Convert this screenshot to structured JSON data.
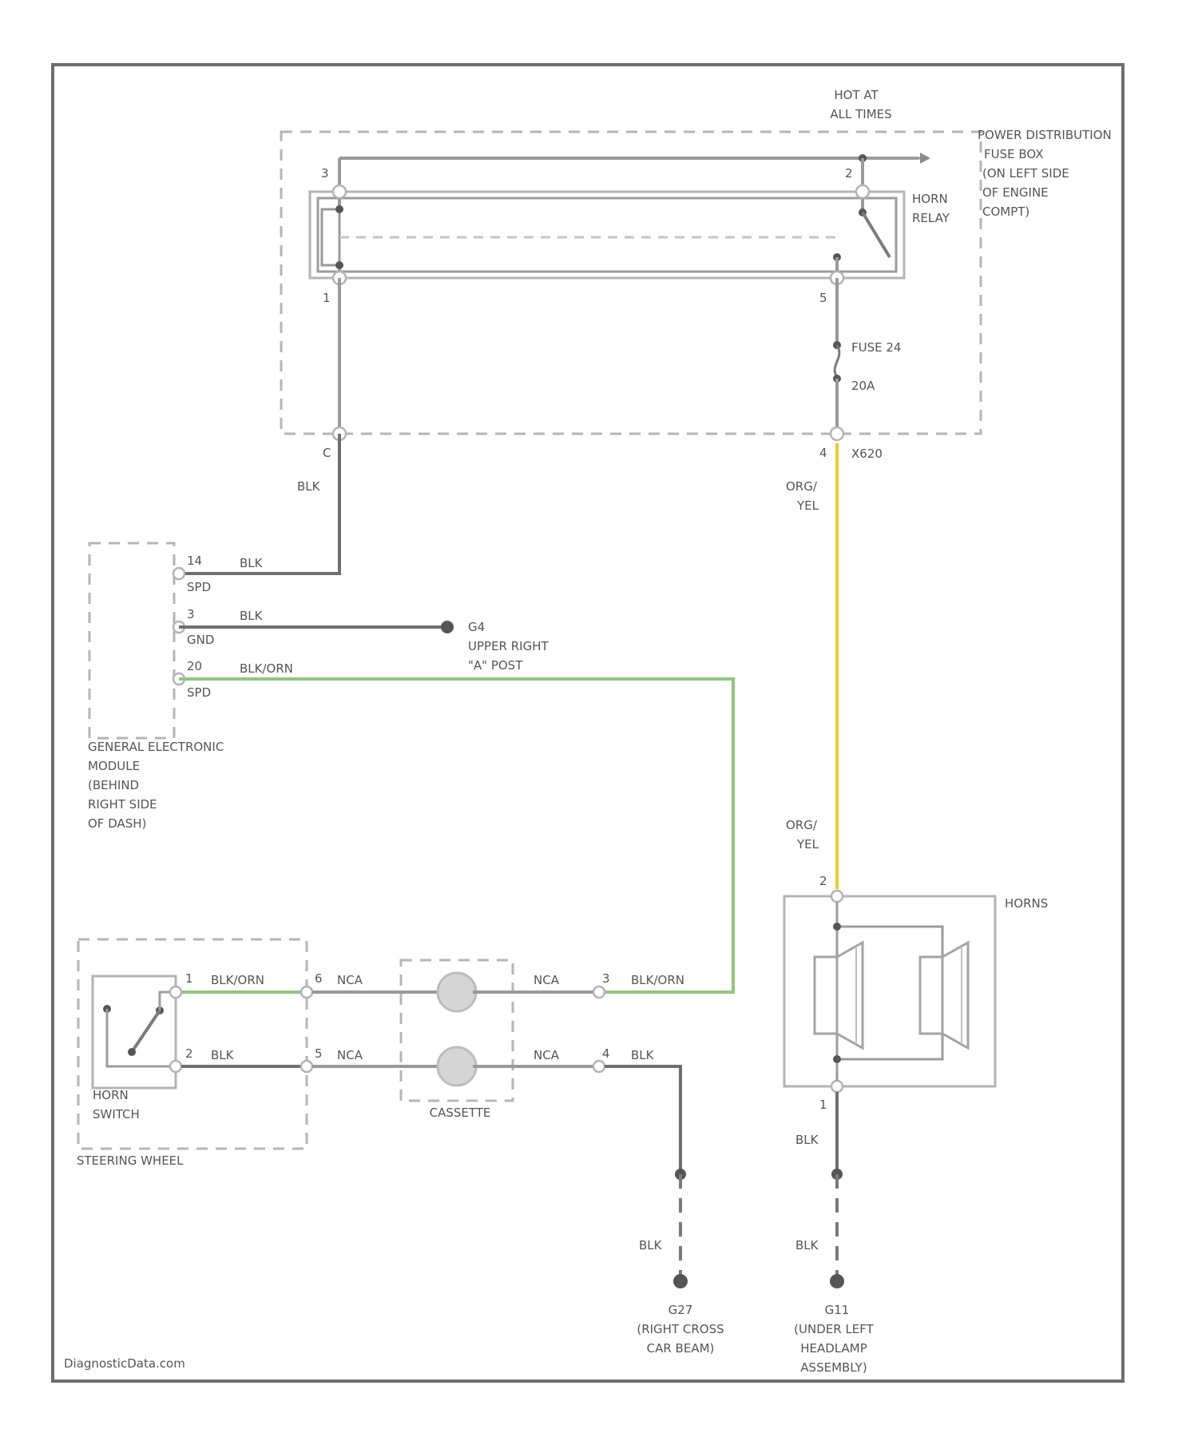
{
  "labels": {
    "hot_at": [
      "HOT AT",
      "ALL TIMES"
    ],
    "pdc": [
      "POWER DISTRIBUTION",
      "FUSE BOX",
      "(ON LEFT SIDE",
      "OF ENGINE",
      "COMPT)"
    ],
    "horn_relay": [
      "HORN",
      "RELAY"
    ],
    "fuse": "FUSE 24",
    "fuse_amps": "20A",
    "conn_pdc": "X620",
    "gem": [
      "GENERAL ELECTRONIC",
      "MODULE",
      "(BEHIND",
      "RIGHT SIDE",
      "OF DASH)"
    ],
    "ground_g4": "G4",
    "ground_g4_loc": [
      "UPPER RIGHT",
      "\"A\" POST"
    ],
    "horns": "HORNS",
    "horn_switch": [
      "HORN",
      "SWITCH"
    ],
    "steering_wheel": "STEERING WHEEL",
    "cassette": "CASSETTE",
    "ground_g27": "G27",
    "ground_g27_loc": [
      "(RIGHT CROSS",
      "CAR BEAM)"
    ],
    "ground_g11": "G11",
    "ground_g11_loc": [
      "(UNDER LEFT",
      "HEADLAMP",
      "ASSEMBLY)"
    ],
    "watermark": "DiagnosticData.com"
  },
  "pins": {
    "relay_3": "3",
    "relay_2": "2",
    "relay_1": "1",
    "relay_5": "5",
    "pdc_c": "C",
    "pdc_4": "4",
    "gem_14": "14",
    "gem_14_sig": "SPD",
    "gem_3": "3",
    "gem_3_sig": "GND",
    "gem_20": "20",
    "gem_20_sig": "SPD",
    "horns_2": "2",
    "horns_1": "1",
    "sw_1": "1",
    "sw_2": "2",
    "ck_6a": "6",
    "ck_6b": "5",
    "ck_3": "3",
    "ck_4": "4"
  },
  "wires": {
    "blk": "BLK",
    "blk_orn": "BLK/ORN",
    "nca": "NCA",
    "org_yel": [
      "ORG/",
      "YEL"
    ]
  },
  "colors": {
    "green_wire": "#8fc67f",
    "yellow_wire": "#f3c826"
  }
}
